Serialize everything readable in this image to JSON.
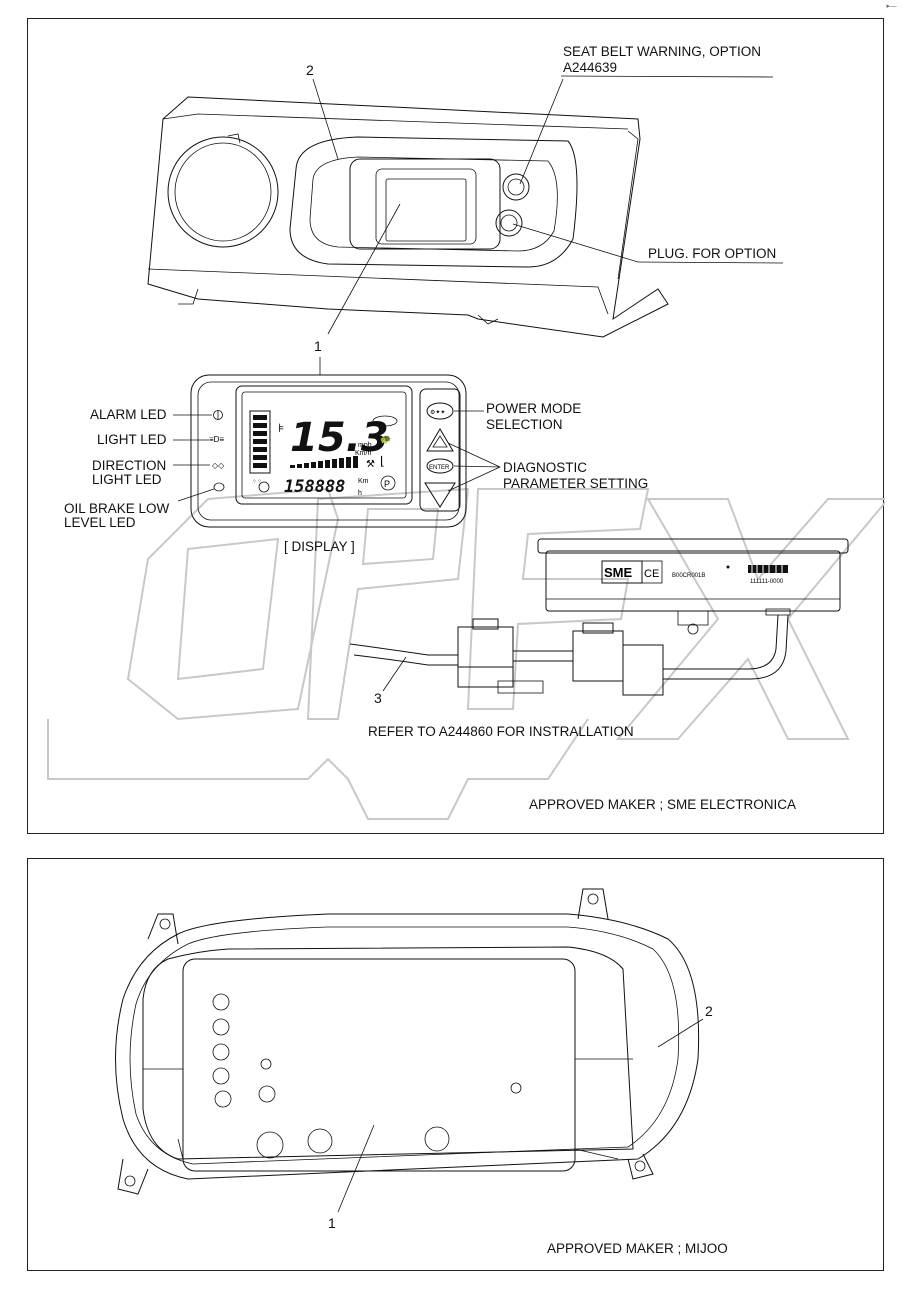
{
  "top_panel": {
    "labels": {
      "seat_belt": "SEAT BELT WARNING, OPTION",
      "seat_belt_part": "A244639",
      "plug_option": "PLUG. FOR OPTION",
      "alarm_led": "ALARM LED",
      "light_led": "LIGHT LED",
      "direction_led_1": "DIRECTION",
      "direction_led_2": "LIGHT LED",
      "oil_brake_1": "OIL BRAKE LOW",
      "oil_brake_2": "LEVEL LED",
      "power_mode_1": "POWER MODE",
      "power_mode_2": "SELECTION",
      "diagnostic_1": "DIAGNOSTIC",
      "diagnostic_2": "PARAMETER SETTING",
      "display_caption": "[ DISPLAY  ]",
      "refer": "REFER TO  A244860 FOR INSTRALLATION",
      "maker": "APPROVED MAKER ; SME ELECTRONICA"
    },
    "callouts": {
      "c1": "1",
      "c2": "2",
      "c3": "3"
    },
    "lcd": {
      "speed": "15.3",
      "unit_mph": "mph",
      "unit_kmh": "Km/h",
      "odometer": "158888",
      "odo_unit_km": "Km",
      "odo_unit_h": "h",
      "park": "P"
    },
    "buttons": {
      "mode": "⚙✦✦",
      "enter": "ENTER"
    },
    "controller": {
      "brand": "SME",
      "ce": "CE",
      "part_no": "B00CR001B",
      "serial": "111111-0000"
    }
  },
  "bottom_panel": {
    "callouts": {
      "c1": "1",
      "c2": "2"
    },
    "maker": "APPROVED MAKER ; MIJOO"
  },
  "watermark": "OPEX"
}
